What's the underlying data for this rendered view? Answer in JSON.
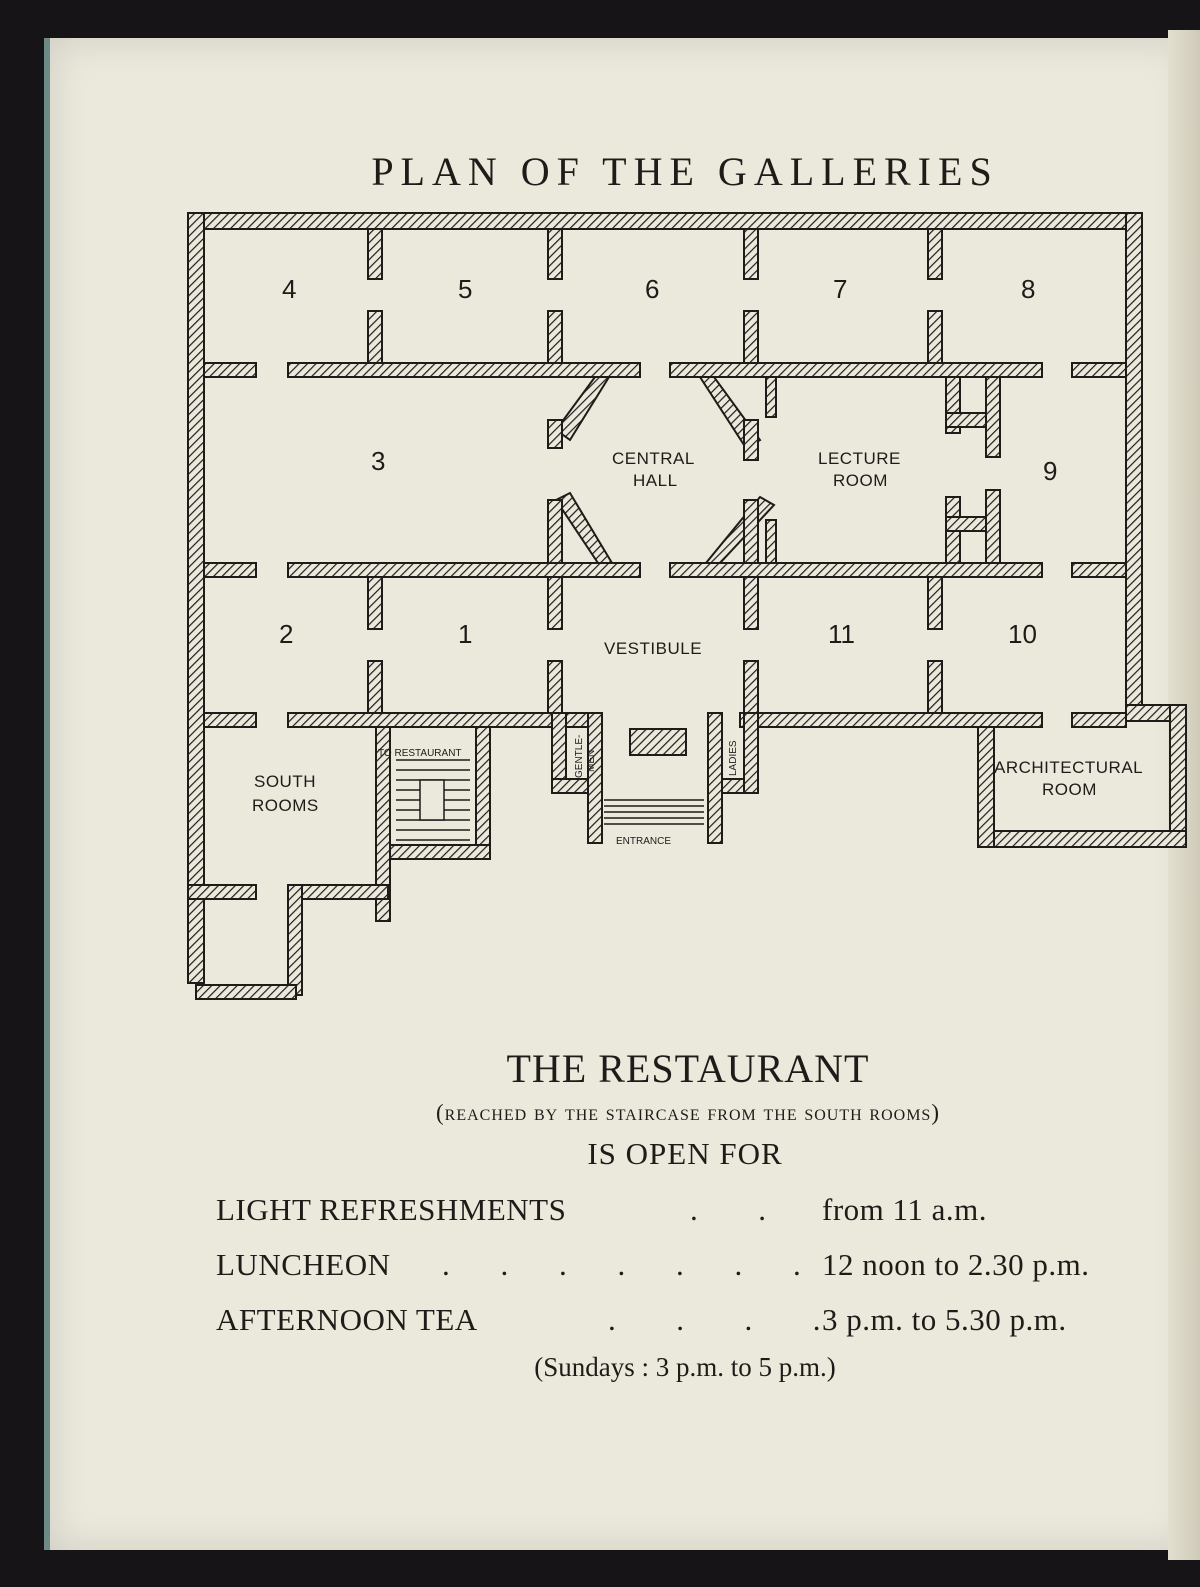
{
  "heading": "PLAN OF THE GALLERIES",
  "plan": {
    "gallery_numbers": [
      "1",
      "2",
      "3",
      "4",
      "5",
      "6",
      "7",
      "8",
      "9",
      "10",
      "11"
    ],
    "central_hall": [
      "CENTRAL",
      "HALL"
    ],
    "lecture_room": [
      "LECTURE",
      "ROOM"
    ],
    "vestibule": "VESTIBULE",
    "south_rooms": [
      "SOUTH",
      "ROOMS"
    ],
    "to_restaurant": "TO RESTAURANT",
    "gentlemen": [
      "GENTLE-",
      "MEN"
    ],
    "ladies": "LADIES",
    "entrance": "ENTRANCE",
    "architectural_room": [
      "ARCHITECTURAL",
      "ROOM"
    ]
  },
  "restaurant": {
    "title": "THE RESTAURANT",
    "subtitle": "(reached by the staircase from the south rooms)",
    "open_for": "IS OPEN FOR",
    "items": [
      {
        "label": "LIGHT REFRESHMENTS",
        "time": "from 11 a.m."
      },
      {
        "label": "LUNCHEON",
        "time": "12 noon to 2.30 p.m."
      },
      {
        "label": "AFTERNOON TEA",
        "time": "3 p.m. to 5.30 p.m."
      }
    ],
    "sundays": "(Sundays : 3 p.m. to 5 p.m.)"
  }
}
